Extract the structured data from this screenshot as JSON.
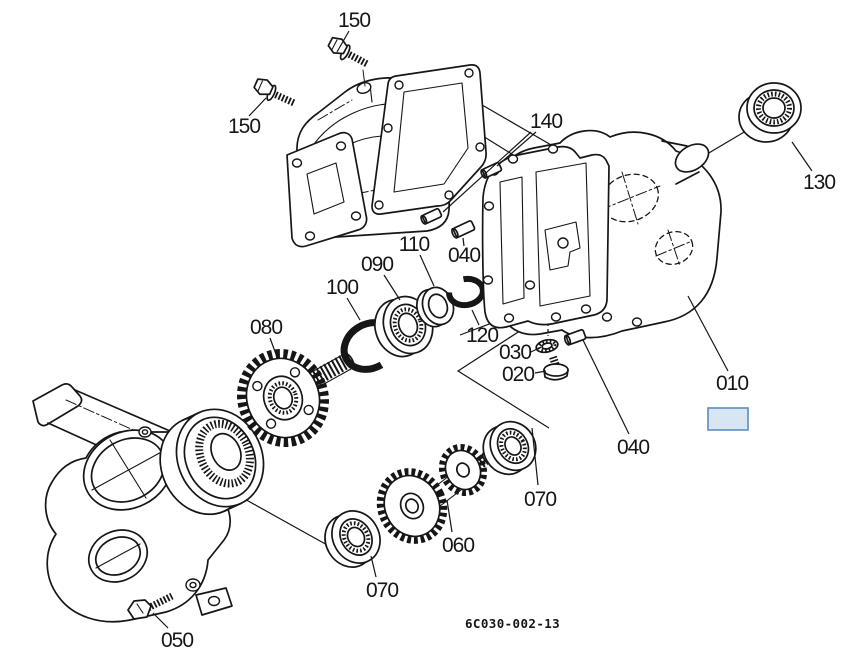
{
  "diagram": {
    "background": "#ffffff",
    "line_color": "#161616",
    "code": "6C030-002-13",
    "highlight": {
      "fill": "#d8e5f3",
      "border": "#5d8cbe"
    },
    "callouts": {
      "pump_bolt_top": "150",
      "pump_bolt_left": "150",
      "dowel_pins": "140",
      "oil_seal": "130",
      "spacer": "110",
      "ball_bearing": "090",
      "snap_ring_outer": "100",
      "gear_shaft": "080",
      "snap_ring_inner": "120",
      "dowel_pin_top": "040",
      "sealing_washer": "030",
      "plug": "020",
      "gear_case_cover": "010",
      "dowel_pin_right": "040",
      "bearing_right": "070",
      "counter_gear_shaft": "060",
      "bearing_left": "070",
      "drain_bolt": "050"
    }
  }
}
